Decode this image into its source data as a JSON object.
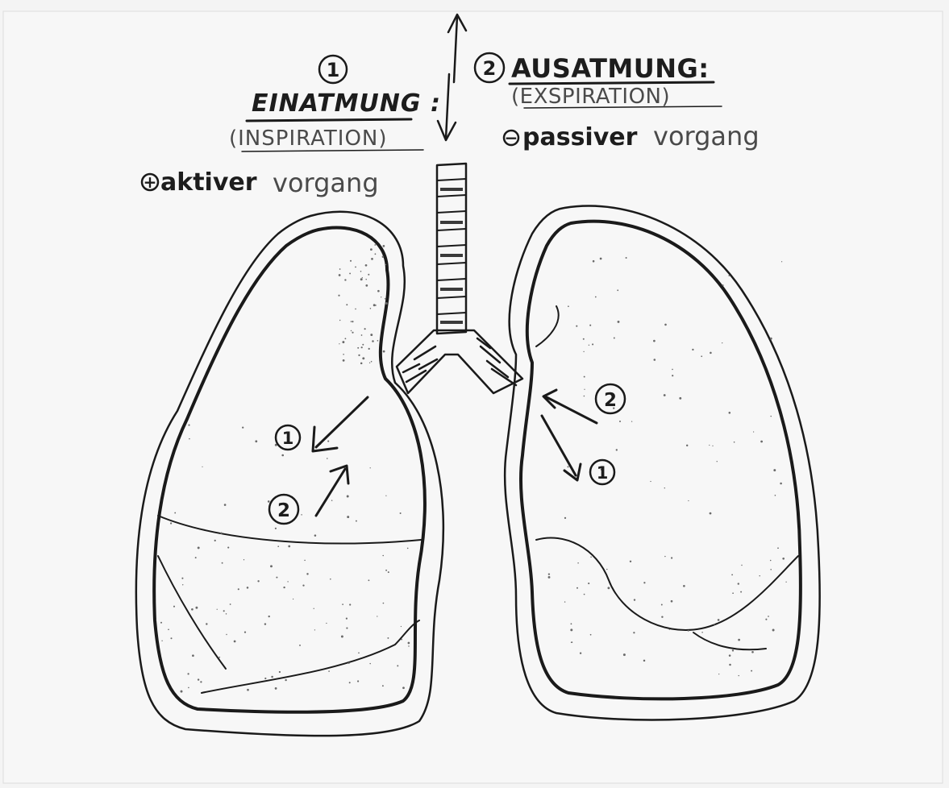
{
  "inspiration": {
    "number": "1",
    "title": "EINATMUNG :",
    "subtitle": "(INSPIRATION)",
    "sign": "+",
    "note_bold": "aktiver",
    "note_light": "vorgang"
  },
  "expiration": {
    "number": "2",
    "title": "AUSATMUNG:",
    "subtitle": "(EXSPIRATION)",
    "sign": "−",
    "note_bold": "passiver",
    "note_light": "vorgang"
  },
  "arrows": {
    "left_in": "1",
    "left_out": "2",
    "right_out": "2",
    "right_in": "1"
  },
  "colors": {
    "paper": "#f7f7f7",
    "ink": "#1a1a1a",
    "stipple": "#6a6a6a"
  }
}
